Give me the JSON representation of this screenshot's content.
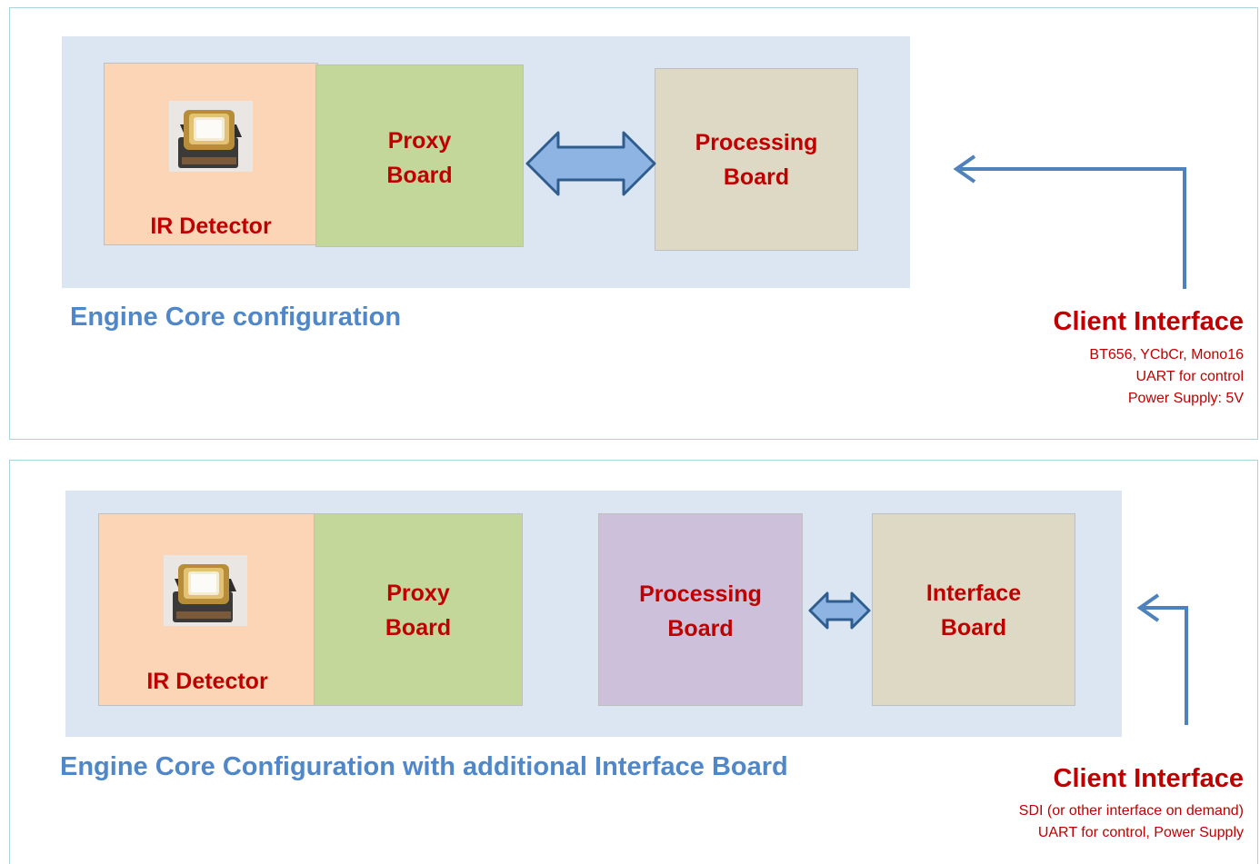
{
  "config1": {
    "title": "Engine Core configuration",
    "detector_label": "IR Detector",
    "proxy_label": [
      "Proxy",
      "Board"
    ],
    "processing_label": [
      "Processing",
      "Board"
    ],
    "client": {
      "title": "Client Interface",
      "lines": [
        "BT656, YCbCr, Mono16",
        "UART for control",
        "Power Supply: 5V"
      ]
    }
  },
  "config2": {
    "title": "Engine Core Configuration with additional Interface Board",
    "detector_label": "IR Detector",
    "proxy_label": [
      "Proxy",
      "Board"
    ],
    "processing_label": [
      "Processing",
      "Board"
    ],
    "interface_label": [
      "Interface",
      "Board"
    ],
    "client": {
      "title": "Client Interface",
      "lines": [
        "SDI (or other interface on demand)",
        "UART for control, Power Supply"
      ]
    }
  },
  "colors": {
    "label_red": "#c00000",
    "title_blue": "#4f87c8",
    "detector_fill": "#fbd5b5",
    "proxy_fill": "#c4d79b",
    "processing_fill": "#ddd9c4",
    "processing2_fill": "#ccc0da",
    "interface_fill": "#ddd9c4",
    "arrow_fill": "#8eb4e3",
    "arrow_stroke": "#2e5d8e"
  }
}
